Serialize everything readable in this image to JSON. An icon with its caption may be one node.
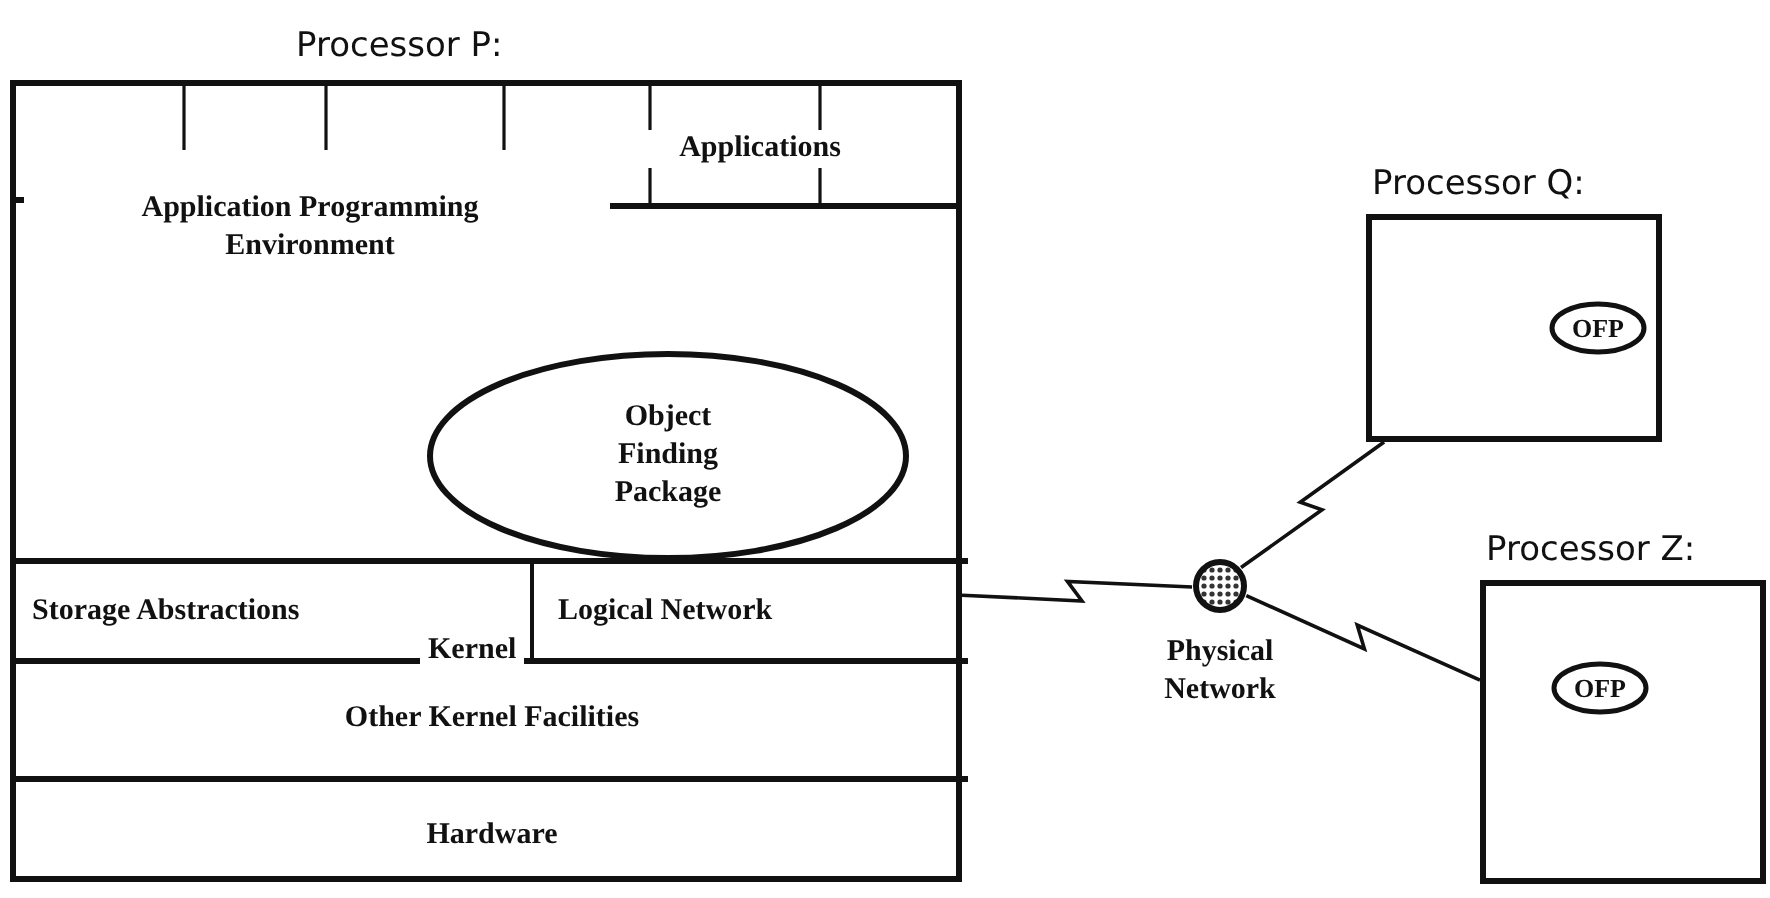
{
  "diagram": {
    "nodes": [
      {
        "text": [
          "Processor P:"
        ]
      },
      {
        "text": [
          "Application Programming Environment"
        ],
        "in": 0
      },
      {
        "text": [
          "Applications"
        ],
        "in": 0
      },
      {
        "text": [
          "Object Finding Package"
        ],
        "in": 0
      },
      {
        "text": [
          "Storage Abstractions"
        ],
        "in": 0
      },
      {
        "text": [
          "Logical Network"
        ],
        "in": 0
      },
      {
        "text": [
          "Other Kernel Facilities"
        ],
        "in": 0
      },
      {
        "text": [
          "Hardware"
        ],
        "in": 0
      },
      {
        "text": [],
        "shape": "circle",
        "beside": [
          "Physical Network"
        ]
      },
      {
        "text": [
          "Processor Q:"
        ]
      },
      {
        "text": [
          "OFP"
        ],
        "in": 9
      },
      {
        "text": [
          "Processor Z:"
        ]
      },
      {
        "text": [
          "OFP"
        ],
        "in": 11
      }
    ],
    "edges": [
      {
        "from": 5,
        "to": 8,
        "arrow": "none"
      },
      {
        "from": 8,
        "to": 9,
        "arrow": "none"
      },
      {
        "from": 8,
        "to": 11,
        "arrow": "none"
      }
    ],
    "labels": [
      "Kernel"
    ]
  }
}
